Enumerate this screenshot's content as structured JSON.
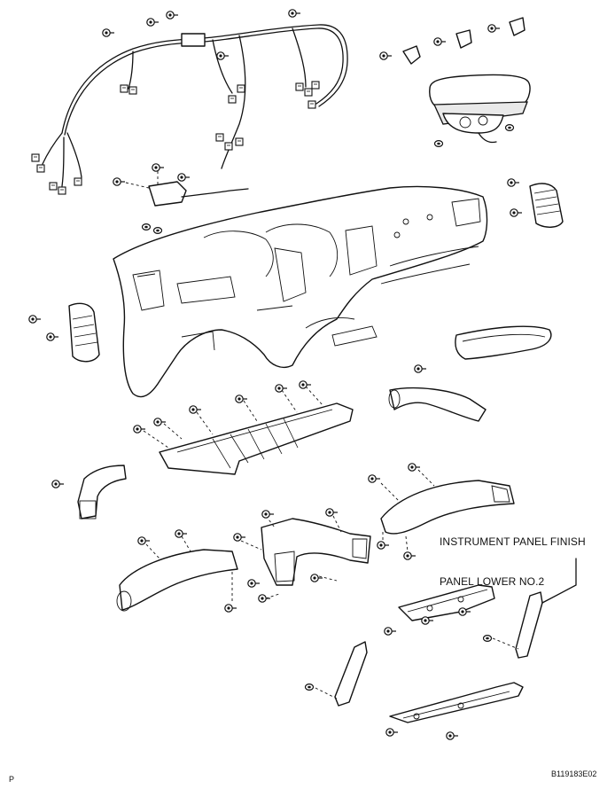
{
  "callout": {
    "line1": "INSTRUMENT PANEL FINISH",
    "line2": "PANEL LOWER NO.2"
  },
  "footer": {
    "page_marker": "P",
    "figure_code": "B119183E02"
  }
}
